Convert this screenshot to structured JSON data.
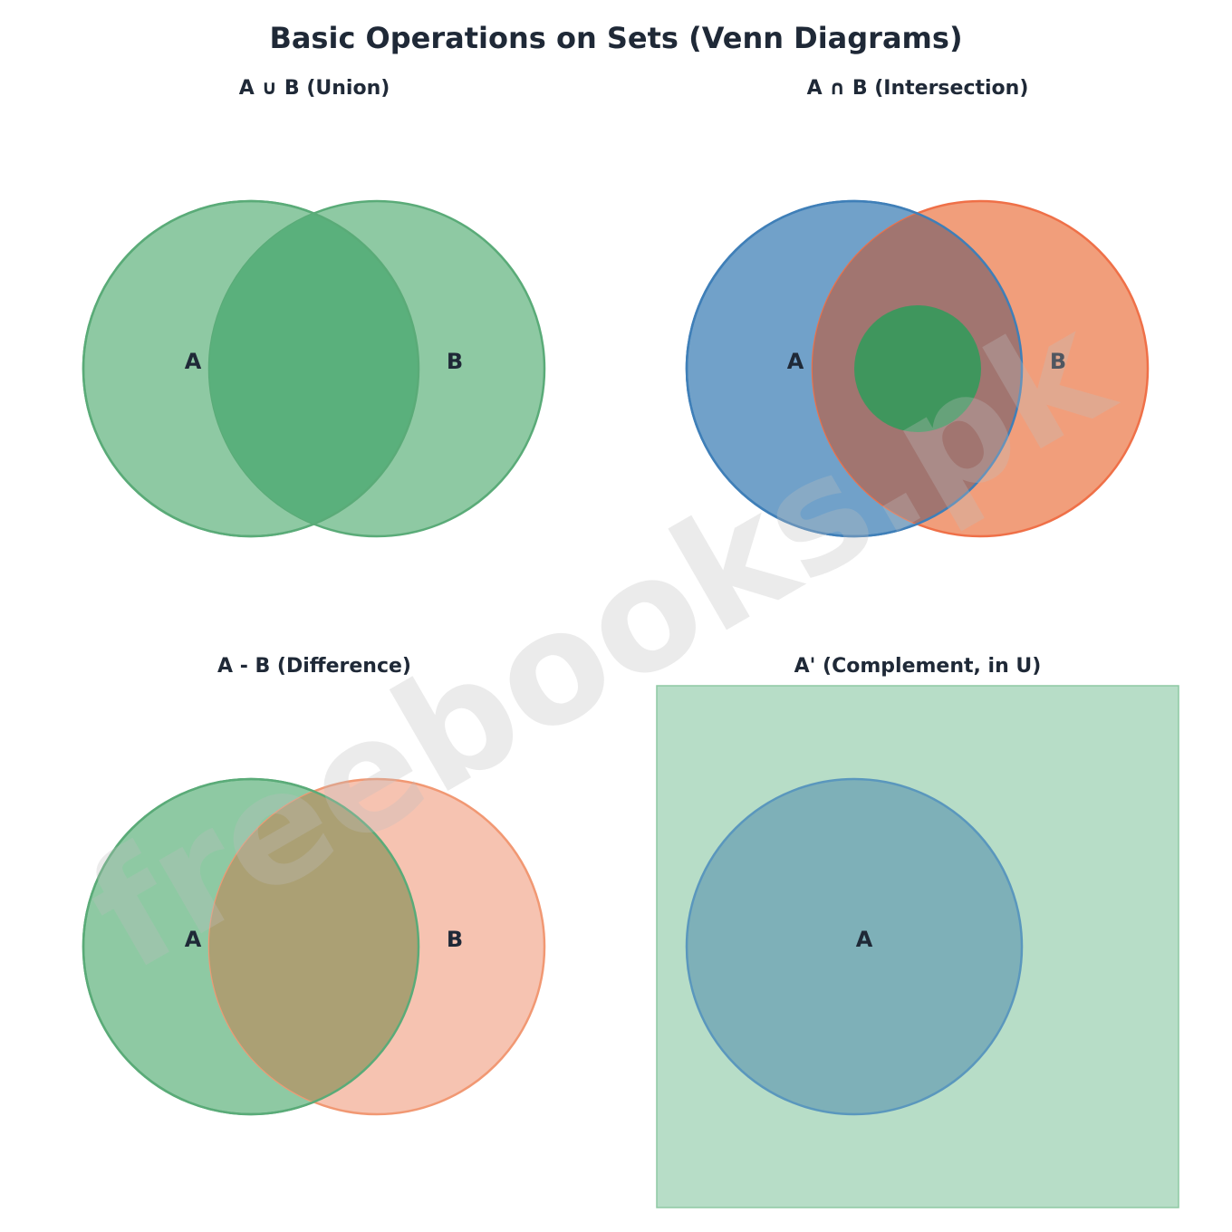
{
  "title": "Basic Operations on Sets (Venn Diagrams)",
  "panels": {
    "union": {
      "title": "A ∪ B (Union)",
      "label_a": "A",
      "label_b": "B",
      "fill_a": "#8ec9a3",
      "fill_b": "#8ec9a3",
      "overlap_fill": "#5ab07c",
      "stroke": "#5aab78"
    },
    "intersection": {
      "title": "A ∩ B (Intersection)",
      "label_a": "A",
      "label_b": "B",
      "fill_a": "#71a1c9",
      "fill_b": "#f19e7b",
      "overlap_fill": "#a17570",
      "highlight_fill": "#3f965d",
      "stroke_a": "#3f7fb8",
      "stroke_b": "#ef7048"
    },
    "difference": {
      "title": "A - B (Difference)",
      "label_a": "A",
      "label_b": "B",
      "fill_a": "#8ec9a3",
      "fill_b": "#f6c3b1",
      "overlap_fill": "#aba074",
      "stroke_a": "#5aab78",
      "stroke_b": "#f19873"
    },
    "complement": {
      "title": "A' (Complement, in U)",
      "label_a": "A",
      "universe_fill": "#b7ddc7",
      "universe_stroke": "#8ec9a3",
      "circle_fill": "#7eb0b8",
      "stroke": "#5a97bd"
    }
  },
  "watermark": {
    "text": "freebooks.pk",
    "color": "#bfbfbf"
  },
  "colors": {
    "text": "#1f2937"
  }
}
